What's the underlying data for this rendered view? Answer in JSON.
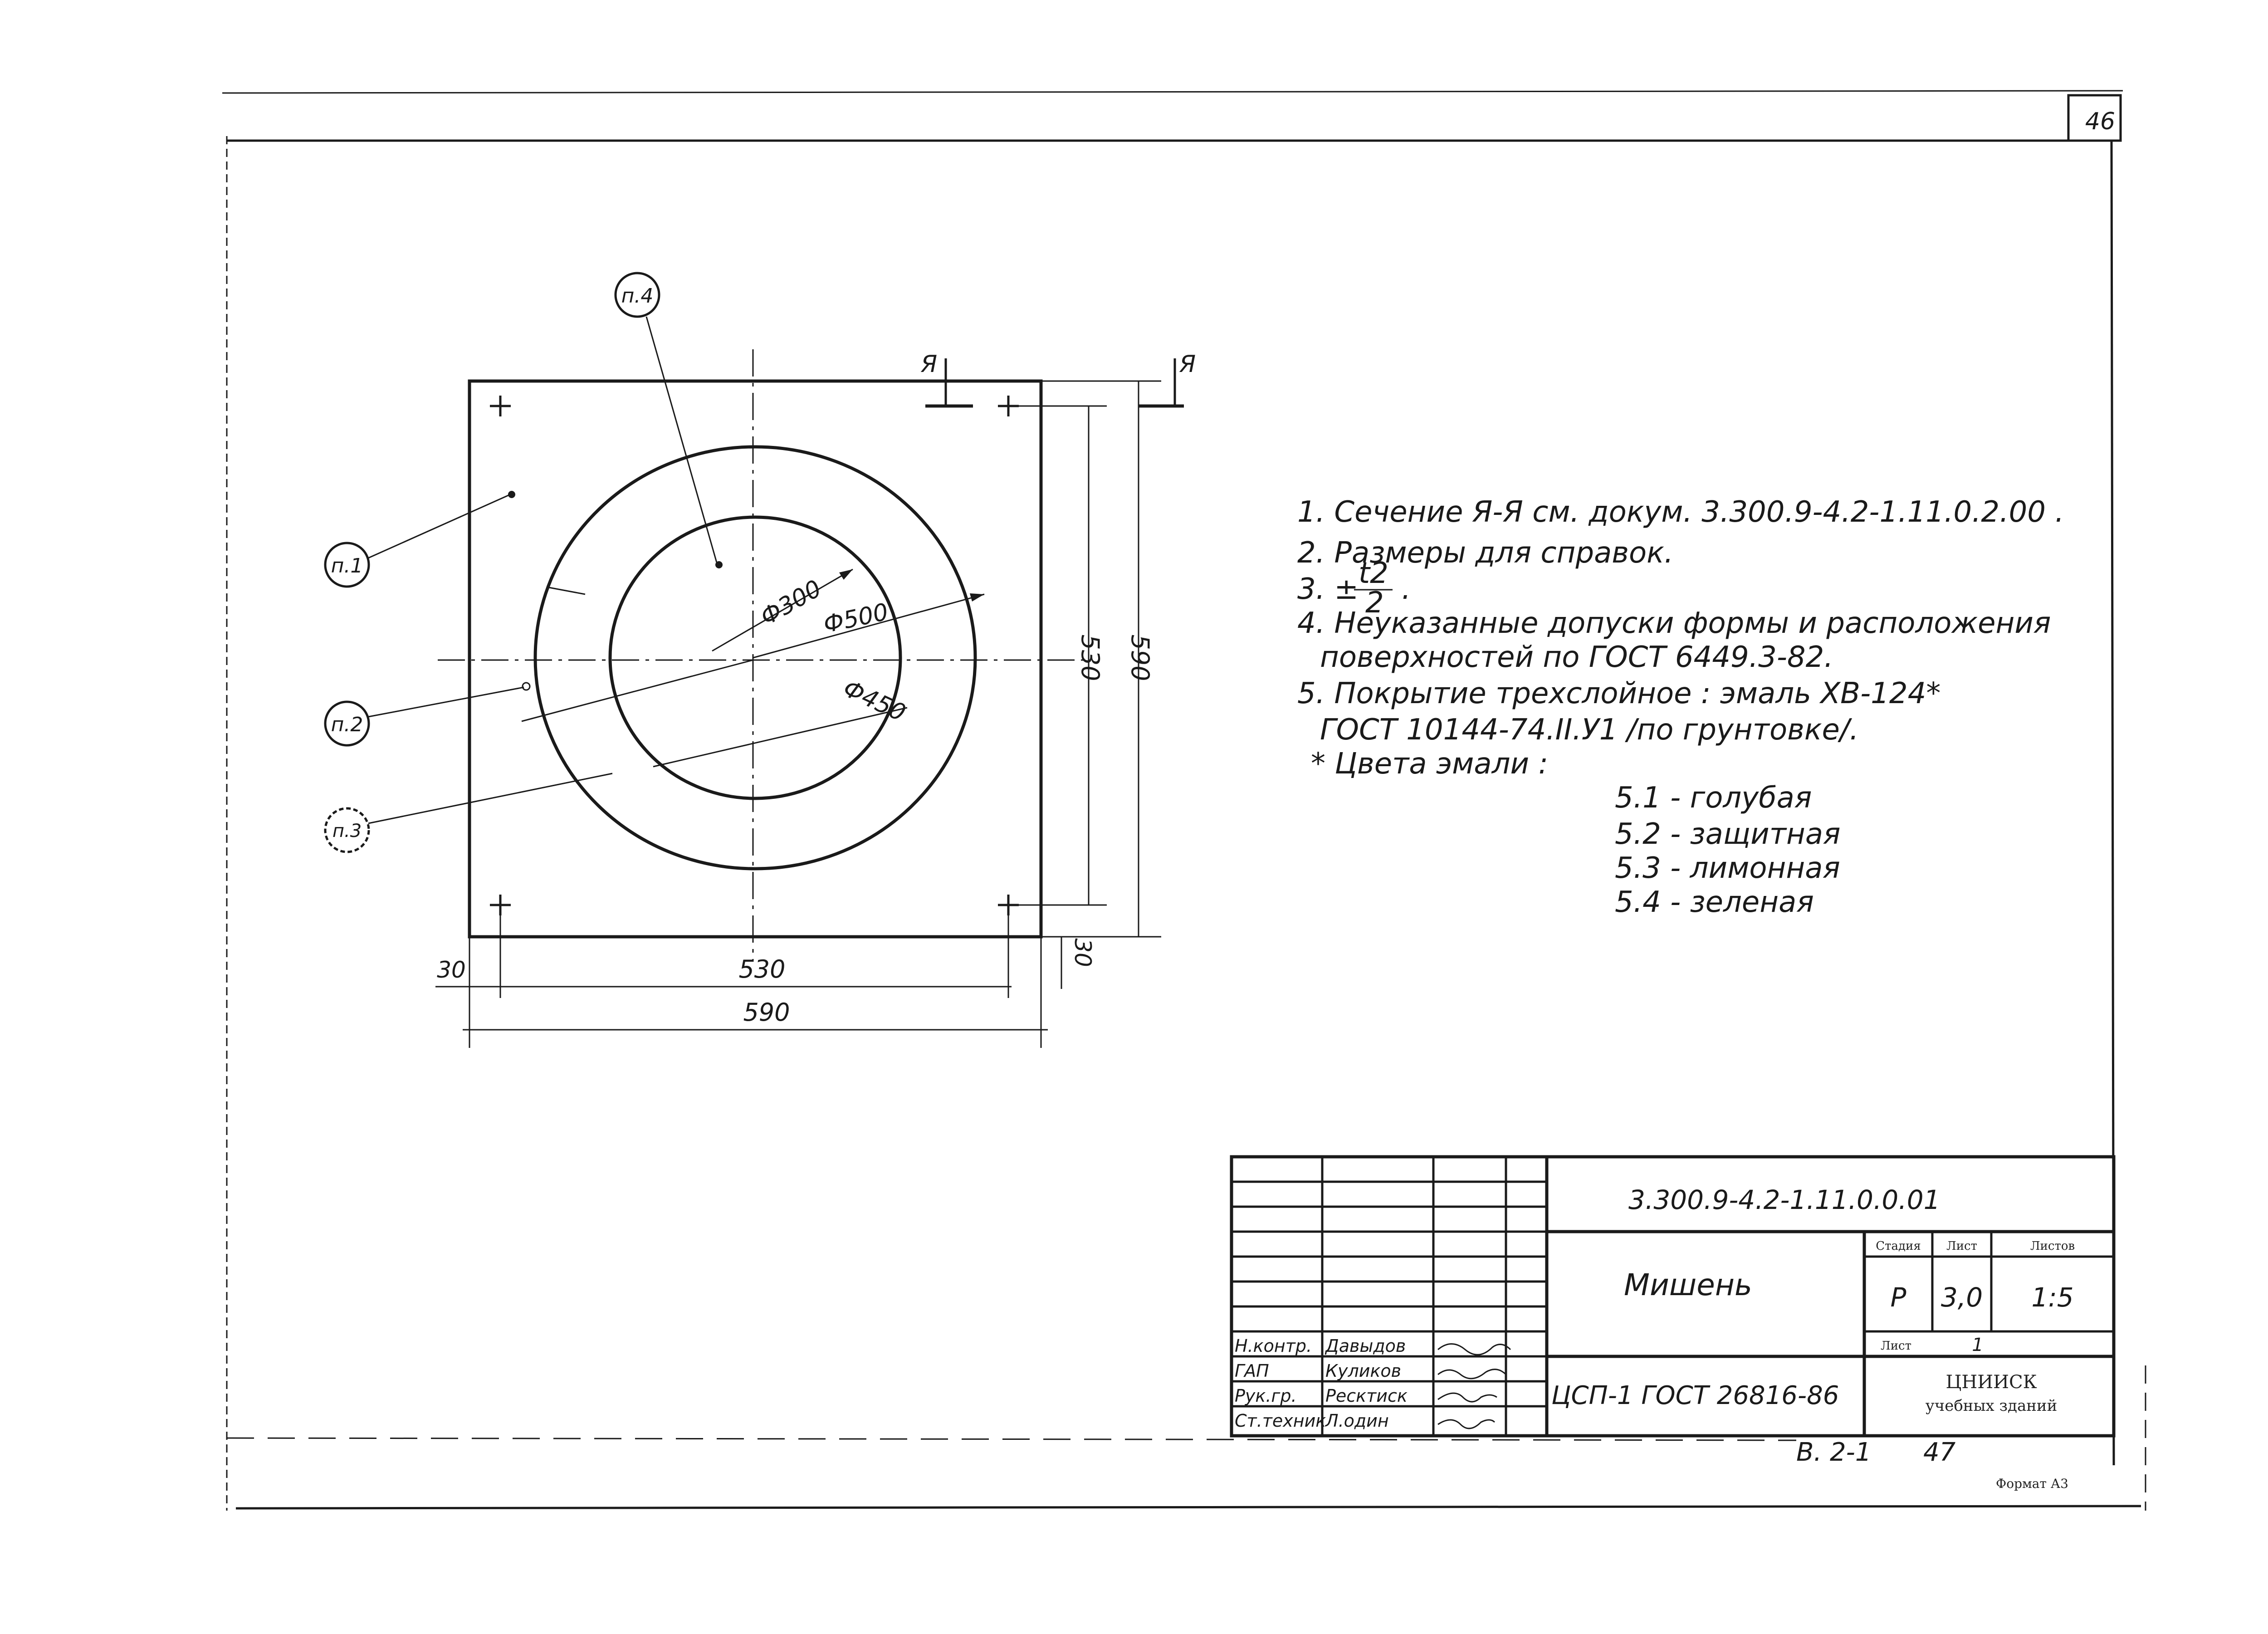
{
  "sheet": {
    "page_number": "46"
  },
  "drawing": {
    "section_marks": [
      "Я",
      "Я"
    ],
    "callouts": [
      {
        "id": "p1",
        "label": "п.1"
      },
      {
        "id": "p2",
        "label": "п.2"
      },
      {
        "id": "p3",
        "label": "п.3"
      },
      {
        "id": "p4",
        "label": "п.4"
      }
    ],
    "diameters": {
      "d300": "Ф300",
      "d500": "Ф500",
      "d450": "Ф450"
    },
    "dimensions": {
      "v_inner": "530",
      "v_outer": "590",
      "v_offset": "30",
      "h_offset": "30",
      "h_inner": "530",
      "h_outer": "590"
    }
  },
  "notes": {
    "line1": "1. Сечение Я-Я см. докум. 3.300.9-4.2-1.11.0.2.00 .",
    "line2": "2. Размеры для справок.",
    "line3_prefix": "3. ±",
    "line3_num": "t2",
    "line3_den": "2",
    "line3_suffix": ".",
    "line4a": "4. Неуказанные допуски формы и расположения",
    "line4b": "поверхностей по ГОСТ 6449.3-82.",
    "line5a": "5. Покрытие трехслойное : эмаль ХВ-124*",
    "line5b": "ГОСТ 10144-74.II.У1 /по грунтовке/.",
    "line6": "* Цвета эмали :",
    "colors": [
      "5.1 - голубая",
      "5.2 - защитная",
      "5.3 - лимонная",
      "5.4 - зеленая"
    ]
  },
  "title_block": {
    "doc_code": "3.300.9-4.2-1.11.0.0.01",
    "title": "Мишень",
    "standard": "ЦСП-1 ГОСТ 26816-86",
    "col_headers": [
      "Стадия",
      "Лист",
      "Листов"
    ],
    "stage": "Р",
    "sheet": "3,0",
    "sheets": "1:5",
    "sheet_row_label": "Лист",
    "sheet_row_value": "1",
    "org_line1": "ЦНИИСК",
    "org_line2": "учебных зданий",
    "roles": [
      {
        "role": "Н.контр.",
        "name": "Давыдов"
      },
      {
        "role": "ГАП",
        "name": "Куликов"
      },
      {
        "role": "Рук.гр.",
        "name": "Ресктиск"
      },
      {
        "role": "Ст.техник",
        "name": "Л.один"
      }
    ]
  },
  "footer": {
    "album": "В. 2-1",
    "page": "47",
    "format": "Формат А3"
  }
}
